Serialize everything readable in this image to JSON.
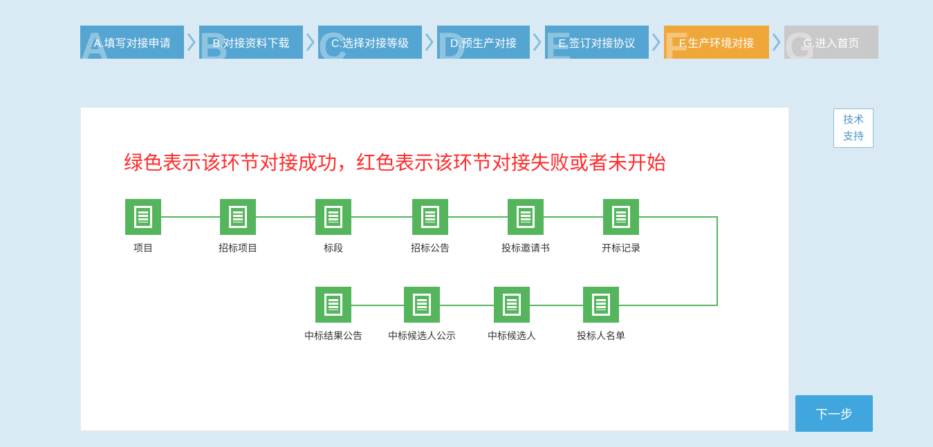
{
  "steps": {
    "items": [
      {
        "letter": "A",
        "label": "A.填写对接申请",
        "state": "done"
      },
      {
        "letter": "B",
        "label": "B.对接资料下载",
        "state": "done"
      },
      {
        "letter": "C",
        "label": "C.选择对接等级",
        "state": "done"
      },
      {
        "letter": "D",
        "label": "D.预生产对接",
        "state": "done"
      },
      {
        "letter": "E",
        "label": "E.签订对接协议",
        "state": "done"
      },
      {
        "letter": "F",
        "label": "F.生产环境对接",
        "state": "current"
      },
      {
        "letter": "G",
        "label": "G.进入首页",
        "state": "upcoming"
      }
    ],
    "colors": {
      "done": "#54a5d2",
      "current": "#f0a73a",
      "upcoming": "#c9c9c9"
    },
    "separator_icon": "chevron-right-icon"
  },
  "notice": {
    "text": "绿色表示该环节对接成功，红色表示该环节对接失败或者未开始",
    "color": "#ff2b2b"
  },
  "flow": {
    "node_icon": "document-icon",
    "success_color": "#55b55c",
    "top_nodes": [
      {
        "label": "项目"
      },
      {
        "label": "招标项目"
      },
      {
        "label": "标段"
      },
      {
        "label": "招标公告"
      },
      {
        "label": "投标邀请书"
      },
      {
        "label": "开标记录"
      }
    ],
    "bottom_nodes": [
      {
        "label": "中标结果公告"
      },
      {
        "label": "中标候选人公示"
      },
      {
        "label": "中标候选人"
      },
      {
        "label": "投标人名单"
      }
    ]
  },
  "support": {
    "line1": "技术",
    "line2": "支持"
  },
  "next_button": {
    "label": "下一步",
    "color": "#41a6de"
  }
}
